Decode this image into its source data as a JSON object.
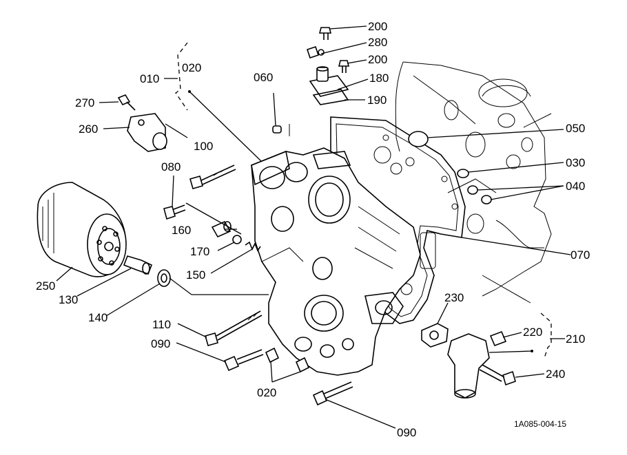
{
  "drawing_code": "1A085-004-15",
  "labels": [
    {
      "id": "200a",
      "text": "200"
    },
    {
      "id": "280",
      "text": "280"
    },
    {
      "id": "200b",
      "text": "200"
    },
    {
      "id": "180",
      "text": "180"
    },
    {
      "id": "190",
      "text": "190"
    },
    {
      "id": "010",
      "text": "010"
    },
    {
      "id": "020a",
      "text": "020"
    },
    {
      "id": "060",
      "text": "060"
    },
    {
      "id": "270",
      "text": "270"
    },
    {
      "id": "260",
      "text": "260"
    },
    {
      "id": "100",
      "text": "100"
    },
    {
      "id": "050",
      "text": "050"
    },
    {
      "id": "080",
      "text": "080"
    },
    {
      "id": "030",
      "text": "030"
    },
    {
      "id": "040",
      "text": "040"
    },
    {
      "id": "160",
      "text": "160"
    },
    {
      "id": "170",
      "text": "170"
    },
    {
      "id": "150",
      "text": "150"
    },
    {
      "id": "070",
      "text": "070"
    },
    {
      "id": "250",
      "text": "250"
    },
    {
      "id": "130",
      "text": "130"
    },
    {
      "id": "140",
      "text": "140"
    },
    {
      "id": "230",
      "text": "230"
    },
    {
      "id": "110",
      "text": "110"
    },
    {
      "id": "220",
      "text": "220"
    },
    {
      "id": "210",
      "text": "210"
    },
    {
      "id": "090a",
      "text": "090"
    },
    {
      "id": "240",
      "text": "240"
    },
    {
      "id": "020b",
      "text": "020"
    },
    {
      "id": "090b",
      "text": "090"
    }
  ]
}
